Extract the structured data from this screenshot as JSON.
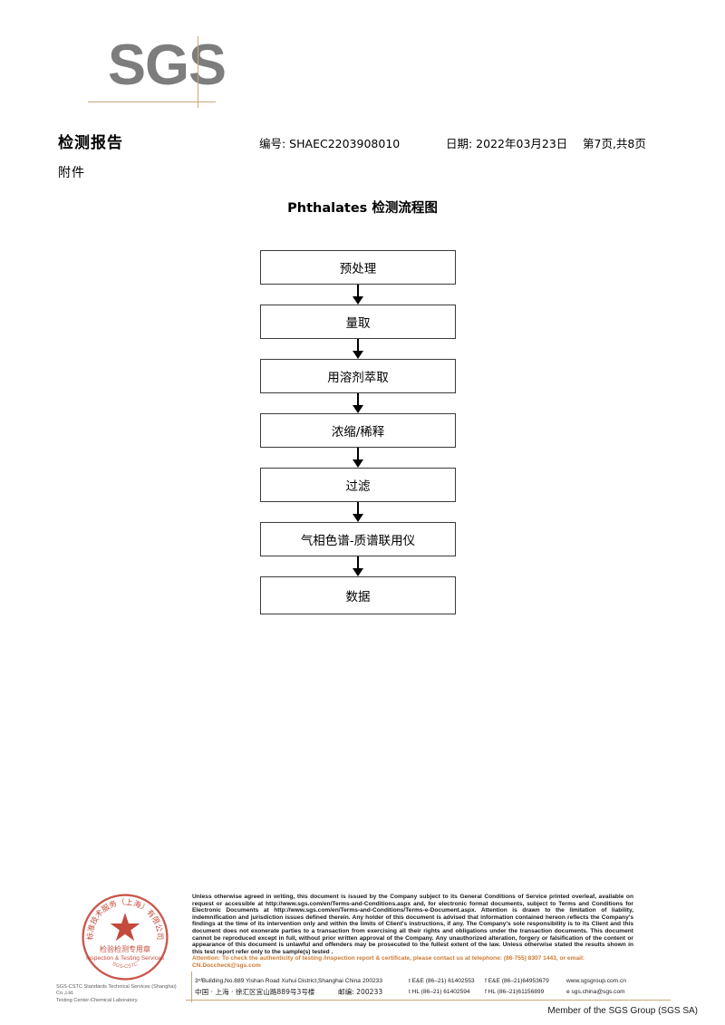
{
  "logo": {
    "text": "SGS"
  },
  "header": {
    "title": "检测报告",
    "subtitle": "附件",
    "report_no": "编号: SHAEC2203908010",
    "date": "日期: 2022年03月23日",
    "page": "第7页,共8页"
  },
  "flowchart": {
    "title": "Phthalates 检测流程图",
    "steps": [
      {
        "label": "预处理"
      },
      {
        "label": "量取"
      },
      {
        "label": "用溶剂萃取"
      },
      {
        "label": "浓缩/稀释"
      },
      {
        "label": "过滤"
      },
      {
        "label": "气相色谱-质谱联用仪"
      },
      {
        "label": "数据"
      }
    ]
  },
  "seal": {
    "top_arc": "标准技术服务（上海）有限公司",
    "line1": "检验检测专用章",
    "line2": "Inspection & Testing Services",
    "bottom_arc": "SGS-CSTC",
    "color": "#c0392b",
    "caption_line1": "SGS-CSTC Standards Technical Services (Shanghai) Co.,Ltd.",
    "caption_line2": "Testing Center-Chemical Laboratory."
  },
  "footer": {
    "legal": "Unless otherwise agreed in writing, this document is issued by the Company subject to its General Conditions of Service printed overleaf, available on request or accessible at http://www.sgs.com/en/Terms-and-Conditions.aspx and, for electronic format documents, subject to Terms and Conditions for Electronic Documents at http://www.sgs.com/en/Terms-and-Conditions/Terms-e-Document.aspx. Attention is drawn to the limitation of liability, indemnification and jurisdiction issues defined therein. Any holder of this document is advised that information contained hereon reflects the Company's findings at the time of its intervention only and within the limits of Client's instructions, if any. The Company's sole responsibility is to its Client and this document does not exonerate parties to a transaction from exercising all their rights and obligations under the transaction documents. This document cannot be reproduced except in full, without prior written approval of the Company. Any unauthorized alteration, forgery or falsification of the content or appearance of this document is unlawful and offenders may be prosecuted to the fullest extent of the law. Unless otherwise stated the results shown in this test report refer only to the sample(s) tested .",
    "attention": "Attention: To check the authenticity of testing /inspection report & certificate, please contact us at telephone: (86-755) 8307 1443, or email: CN.Doccheck@sgs.com",
    "address_en": "3ʳᵈBuilding,No.889 Yishan Road Xuhui District,Shanghai China",
    "address_cn": "中国 · 上海 · 徐汇区宜山路889号3号楼",
    "zip_en": "200233",
    "zip_cn": "邮编: 200233",
    "tel_en_1": "t E&E (86–21) 61402553",
    "tel_en_2": "f E&E (86–21)64953679",
    "tel_cn_1": "t HL (86–21) 61402594",
    "tel_cn_2": "f HL (86–21)61156899",
    "web": "www.sgsgroup.com.cn",
    "email": "e  sgs.china@sgs.com",
    "member": "Member of the SGS Group (SGS SA)",
    "accent_color": "#c9a77e"
  }
}
